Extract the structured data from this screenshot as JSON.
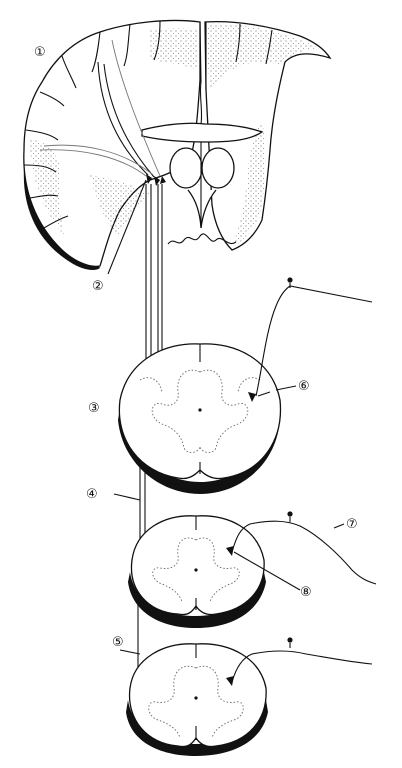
{
  "labels": {
    "l1": "①",
    "l2": "②",
    "l3": "③",
    "l4": "④",
    "l5": "⑤",
    "l6": "⑥",
    "l7": "⑦",
    "l8": "⑧"
  }
}
